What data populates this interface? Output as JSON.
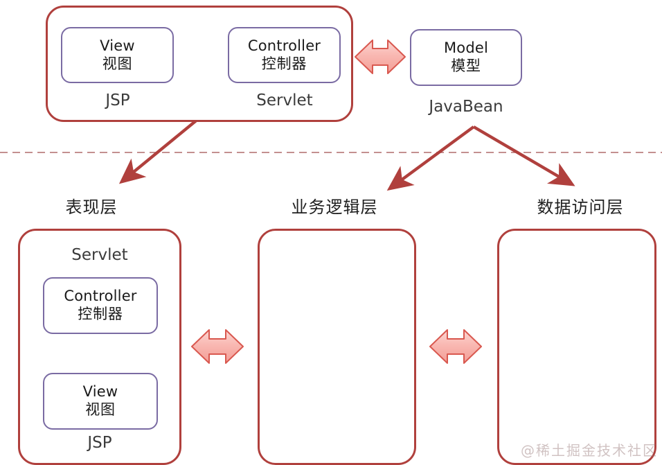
{
  "diagram": {
    "title": "MVC to three-tier architecture mapping",
    "colors": {
      "outer_border": "#b0403d",
      "inner_border": "#7a6ba3",
      "arrow_fill": "#f7aaa4",
      "arrow_stroke": "#d9584f",
      "connector": "#b0403d",
      "divider": "#b06b6b",
      "text": "#1a1a1a",
      "watermark": "#967878"
    },
    "mvc": {
      "container_caption_left": "JSP",
      "container_caption_right": "Servlet",
      "view": {
        "en": "View",
        "cn": "视图"
      },
      "controller": {
        "en": "Controller",
        "cn": "控制器"
      },
      "model": {
        "en": "Model",
        "cn": "模型"
      },
      "model_caption": "JavaBean"
    },
    "layers": [
      {
        "label": "表现层"
      },
      {
        "label": "业务逻辑层"
      },
      {
        "label": "数据访问层"
      }
    ],
    "tier_boxes": {
      "presentation": {
        "top_caption": "Servlet",
        "bottom_caption": "JSP",
        "controller": {
          "en": "Controller",
          "cn": "控制器"
        },
        "view": {
          "en": "View",
          "cn": "视图"
        }
      },
      "business": {
        "content": ""
      },
      "data": {
        "content": ""
      }
    },
    "arrows": {
      "view_from_controller": "left-arrow-icon",
      "controller_model_bidirectional": "double-arrow-icon",
      "controller_to_view_down": "down-arrow-icon",
      "presentation_business_bidirectional": "double-arrow-icon",
      "business_data_bidirectional": "double-arrow-icon",
      "mvc_to_presentation": "connector-arrow-icon",
      "javabean_to_business": "connector-arrow-icon",
      "javabean_to_data": "connector-arrow-icon"
    },
    "watermark": "@稀土掘金技术社区"
  }
}
